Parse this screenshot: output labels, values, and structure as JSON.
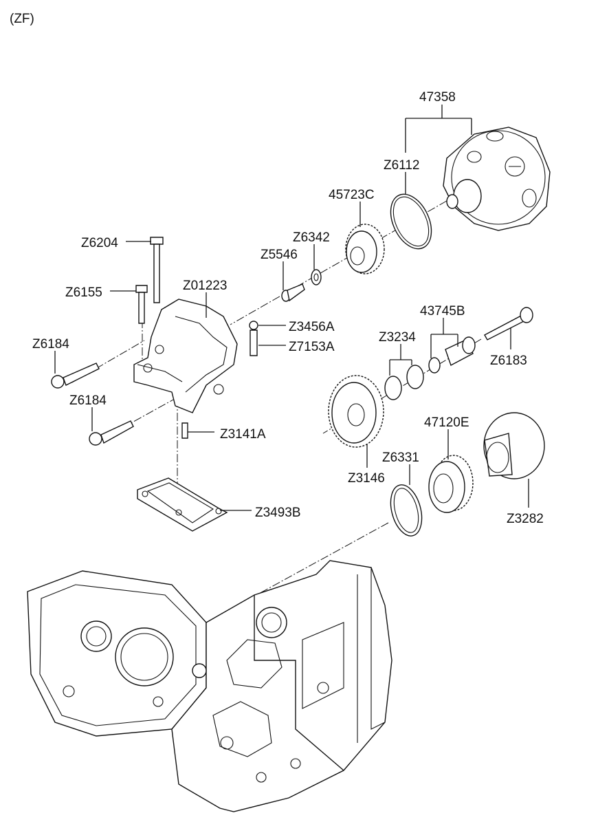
{
  "header": {
    "variant": "(ZF)"
  },
  "parts": [
    {
      "id": "p-47358",
      "number": "47358"
    },
    {
      "id": "p-z6112",
      "number": "Z6112"
    },
    {
      "id": "p-45723c",
      "number": "45723C"
    },
    {
      "id": "p-z6342",
      "number": "Z6342"
    },
    {
      "id": "p-z5546",
      "number": "Z5546"
    },
    {
      "id": "p-z6204",
      "number": "Z6204"
    },
    {
      "id": "p-z6155",
      "number": "Z6155"
    },
    {
      "id": "p-z01223",
      "number": "Z01223"
    },
    {
      "id": "p-z3456a",
      "number": "Z3456A"
    },
    {
      "id": "p-z7153a",
      "number": "Z7153A"
    },
    {
      "id": "p-z6184a",
      "number": "Z6184"
    },
    {
      "id": "p-z6184b",
      "number": "Z6184"
    },
    {
      "id": "p-z3141a",
      "number": "Z3141A"
    },
    {
      "id": "p-z3493b",
      "number": "Z3493B"
    },
    {
      "id": "p-43745b",
      "number": "43745B"
    },
    {
      "id": "p-z3234",
      "number": "Z3234"
    },
    {
      "id": "p-z6183",
      "number": "Z6183"
    },
    {
      "id": "p-47120e",
      "number": "47120E"
    },
    {
      "id": "p-z6331",
      "number": "Z6331"
    },
    {
      "id": "p-z3146",
      "number": "Z3146"
    },
    {
      "id": "p-z3282",
      "number": "Z3282"
    }
  ]
}
